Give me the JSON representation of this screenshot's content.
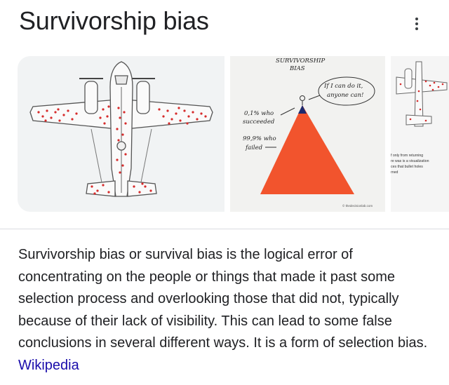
{
  "header": {
    "title": "Survivorship bias"
  },
  "icons": {
    "more": "more-vert-icon"
  },
  "carousel": {
    "image2": {
      "title_line1": "SURVIVORSHIP",
      "title_line2": "BIAS",
      "speech_line1": "If I can do it,",
      "speech_line2": "anyone can!",
      "succeeded_line1": "0,1% who",
      "succeeded_line2": "succeeded",
      "failed_line1": "99,9% who",
      "failed_line2": "failed",
      "credit": "© thedecisionlab.com"
    },
    "image3": {
      "caption": [
        "f only from returning",
        "re was is a visualization",
        "ces that bullet holes",
        "rned"
      ]
    }
  },
  "description": {
    "text": "Survivorship bias or survival bias is the logical error of concentrating on the people or things that made it past some selection process and overlooking those that did not, typically because of their lack of visibility. This can lead to some false conclusions in several different ways. It is a form of selection bias. ",
    "source_link": "Wikipedia"
  },
  "colors": {
    "hole_dots": "#d62b2b",
    "triangle": "#f2542d",
    "link": "#1a0dab"
  }
}
